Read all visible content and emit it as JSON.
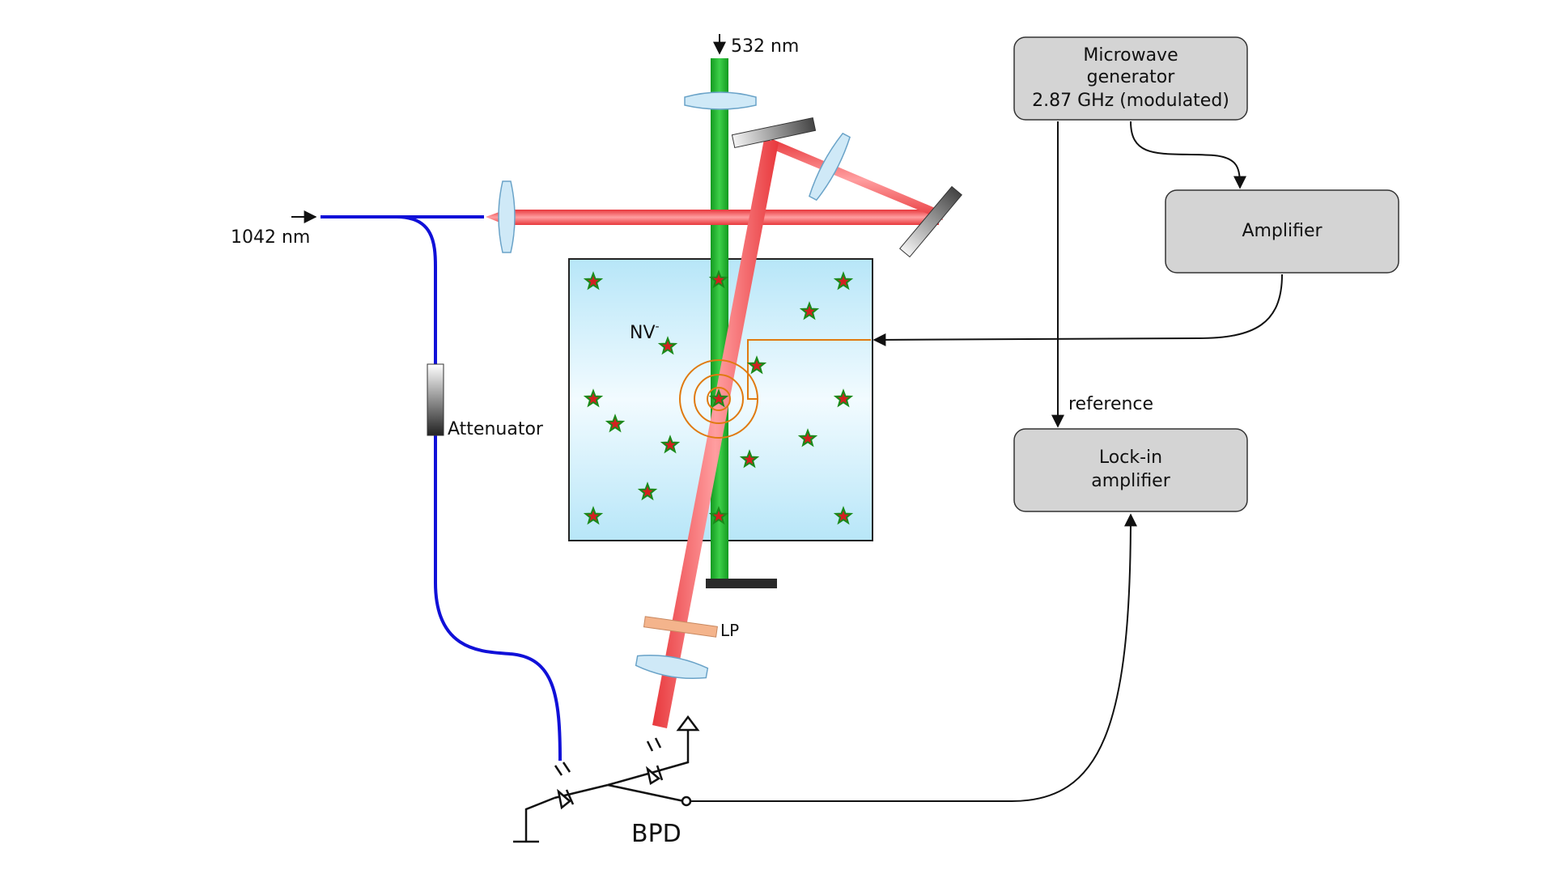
{
  "labels": {
    "laser_green": "532 nm",
    "laser_ir": "1042 nm",
    "attenuator": "Attenuator",
    "nv_center": "NV",
    "nv_charge": "-",
    "long_pass": "LP",
    "detector": "BPD",
    "reference": "reference"
  },
  "boxes": {
    "microwave": {
      "line1": "Microwave",
      "line2": "generator",
      "line3": "2.87 GHz (modulated)"
    },
    "amplifier": {
      "line1": "Amplifier"
    },
    "lockin": {
      "line1": "Lock-in",
      "line2": "amplifier"
    }
  },
  "colors": {
    "green_beam": "#1fb32a",
    "red_beam": "#e8383c",
    "fiber": "#1010d8",
    "diamond": "#b7e6f8",
    "box_fill": "#d4d4d4",
    "coil": "#e07a10"
  }
}
